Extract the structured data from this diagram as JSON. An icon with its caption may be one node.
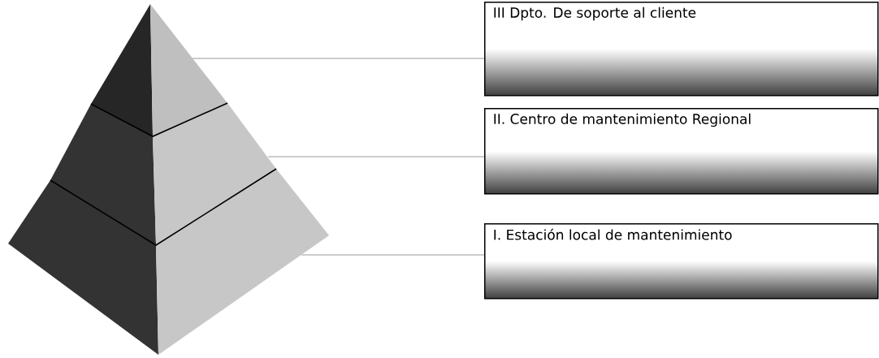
{
  "diagram": {
    "nodes": [
      {
        "text": [],
        "shape": "triangle"
      },
      {
        "text": [],
        "shape": "band"
      },
      {
        "text": [],
        "shape": "band"
      },
      {
        "text": [
          "III Dpto. De soporte al cliente"
        ]
      },
      {
        "text": [
          "II. Centro de mantenimiento Regional"
        ]
      },
      {
        "text": [
          "I. Estación local de mantenimiento"
        ]
      }
    ],
    "edges": [
      {
        "from": 0,
        "to": 3,
        "arrow": "none"
      },
      {
        "from": 1,
        "to": 4,
        "arrow": "none"
      },
      {
        "from": 2,
        "to": 5,
        "arrow": "none"
      }
    ]
  }
}
